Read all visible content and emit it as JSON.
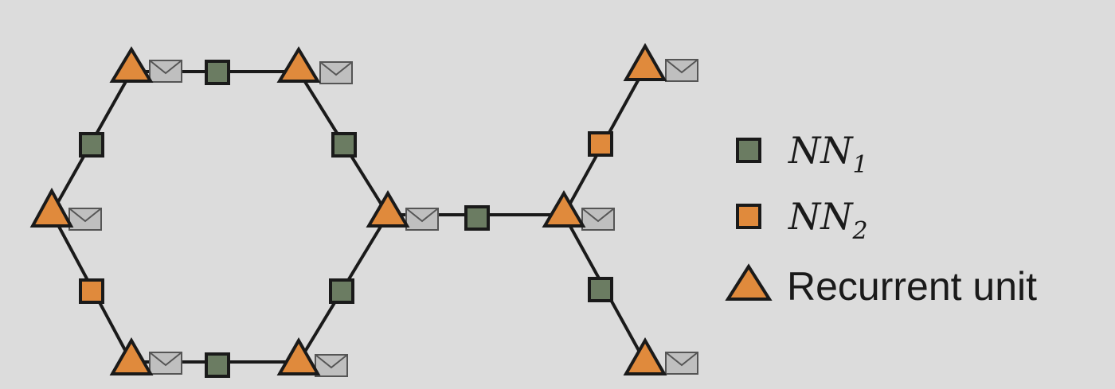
{
  "legend": {
    "nn1": {
      "main": "NN",
      "sub": "1"
    },
    "nn2": {
      "main": "NN",
      "sub": "2"
    },
    "recurrent": "Recurrent unit"
  },
  "colors": {
    "background": "#dcdcdc",
    "nn1_fill": "#6b7c62",
    "nn2_fill": "#e08a3c",
    "recurrent_fill": "#e08a3c",
    "message_fill": "#bfbfbf",
    "stroke": "#1a1a1a"
  },
  "icons": {
    "nn1": "square",
    "nn2": "square",
    "recurrent_unit": "triangle",
    "message": "envelope-icon"
  }
}
